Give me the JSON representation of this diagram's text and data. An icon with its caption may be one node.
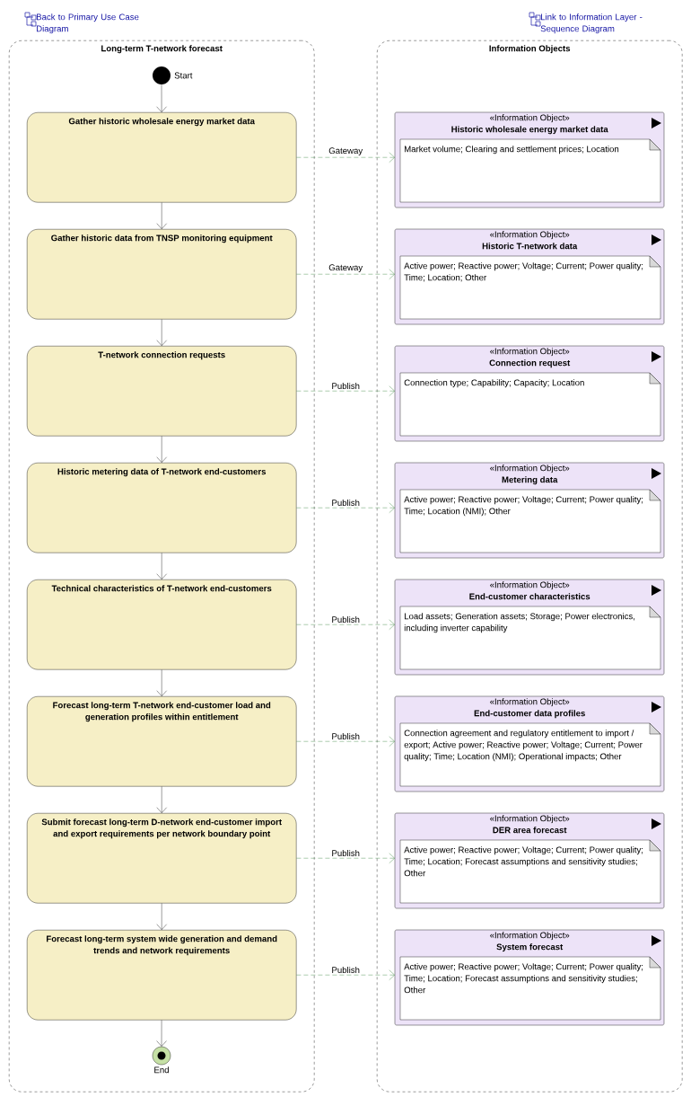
{
  "diagram": {
    "nodes": [
      {
        "text": [
          "Long-term T-network forecast"
        ]
      },
      {
        "text": [
          "Information Objects"
        ]
      },
      {
        "text": [],
        "shape": "circle",
        "in": 0,
        "beside": [
          "Start"
        ]
      },
      {
        "text": [
          "Gather historic wholesale energy market data"
        ],
        "in": 0
      },
      {
        "text": [
          "Gather historic data from TNSP monitoring equipment"
        ],
        "in": 0
      },
      {
        "text": [
          "T-network connection requests"
        ],
        "in": 0
      },
      {
        "text": [
          "Historic metering data of T-network end-customers"
        ],
        "in": 0
      },
      {
        "text": [
          "Technical characteristics of T-network end-customers"
        ],
        "in": 0
      },
      {
        "text": [
          "Forecast long-term T-network end-customer load and generation profiles within entitlement"
        ],
        "in": 0
      },
      {
        "text": [
          "Submit forecast long-term D-network end-customer import and export requirements per network boundary point"
        ],
        "in": 0
      },
      {
        "text": [
          "Forecast long-term system wide generation and demand trends and network requirements"
        ],
        "in": 0
      },
      {
        "text": [],
        "shape": "circle",
        "in": 0,
        "beside": [
          "End"
        ]
      },
      {
        "text": [
          "«Information Object»",
          "Historic wholesale energy market data",
          "Market volume; Clearing and settlement prices; Location"
        ],
        "in": 1
      },
      {
        "text": [
          "«Information Object»",
          "Historic T-network data",
          "Active power; Reactive power; Voltage; Current; Power quality; Time; Location; Other"
        ],
        "in": 1
      },
      {
        "text": [
          "«Information Object»",
          "Connection request",
          "Connection type; Capability; Capacity; Location"
        ],
        "in": 1
      },
      {
        "text": [
          "«Information Object»",
          "Metering data",
          "Active power; Reactive power; Voltage; Current; Power quality; Time; Location (NMI); Other"
        ],
        "in": 1
      },
      {
        "text": [
          "«Information Object»",
          "End-customer characteristics",
          "Load assets; Generation assets; Storage; Power electronics, including inverter capability"
        ],
        "in": 1
      },
      {
        "text": [
          "«Information Object»",
          "End-customer data profiles",
          "Connection agreement and regulatory entitlement to import / export; Active power; Reactive power; Voltage; Current; Power quality; Time; Location (NMI); Operational impacts; Other"
        ],
        "in": 1
      },
      {
        "text": [
          "«Information Object»",
          "DER area forecast",
          "Active power; Reactive power; Voltage; Current; Power quality; Time; Location; Forecast assumptions and sensitivity studies; Other"
        ],
        "in": 1
      },
      {
        "text": [
          "«Information Object»",
          "System forecast",
          "Active power; Reactive power; Voltage; Current; Power quality; Time; Location; Forecast assumptions and sensitivity studies; Other"
        ],
        "in": 1
      }
    ],
    "edges": [
      {
        "from": 2,
        "to": 3,
        "arrow": "to"
      },
      {
        "from": 3,
        "to": 4,
        "arrow": "to"
      },
      {
        "from": 4,
        "to": 5,
        "arrow": "to"
      },
      {
        "from": 5,
        "to": 6,
        "arrow": "to"
      },
      {
        "from": 6,
        "to": 7,
        "arrow": "to"
      },
      {
        "from": 7,
        "to": 8,
        "arrow": "to"
      },
      {
        "from": 8,
        "to": 9,
        "arrow": "to"
      },
      {
        "from": 9,
        "to": 10,
        "arrow": "to"
      },
      {
        "from": 10,
        "to": 11,
        "arrow": "to"
      },
      {
        "from": 3,
        "to": 12,
        "arrow": "to",
        "label": "Gateway",
        "style": "dashed",
        "color": "#2e7d32"
      },
      {
        "from": 4,
        "to": 13,
        "arrow": "to",
        "label": "Gateway",
        "style": "dashed",
        "color": "#2e7d32"
      },
      {
        "from": 5,
        "to": 14,
        "arrow": "to",
        "label": "Publish",
        "style": "dashed",
        "color": "#2e7d32"
      },
      {
        "from": 6,
        "to": 15,
        "arrow": "to",
        "label": "Publish",
        "style": "dashed",
        "color": "#2e7d32"
      },
      {
        "from": 7,
        "to": 16,
        "arrow": "to",
        "label": "Publish",
        "style": "dashed",
        "color": "#2e7d32"
      },
      {
        "from": 8,
        "to": 17,
        "arrow": "to",
        "label": "Publish",
        "style": "dashed",
        "color": "#2e7d32"
      },
      {
        "from": 9,
        "to": 18,
        "arrow": "to",
        "label": "Publish",
        "style": "dashed",
        "color": "#2e7d32"
      },
      {
        "from": 10,
        "to": 19,
        "arrow": "to",
        "label": "Publish",
        "style": "dashed",
        "color": "#2e7d32"
      }
    ],
    "labels": [
      "Back to Primary Use Case Diagram",
      "Link to Information Layer - Sequence Diagram"
    ]
  }
}
